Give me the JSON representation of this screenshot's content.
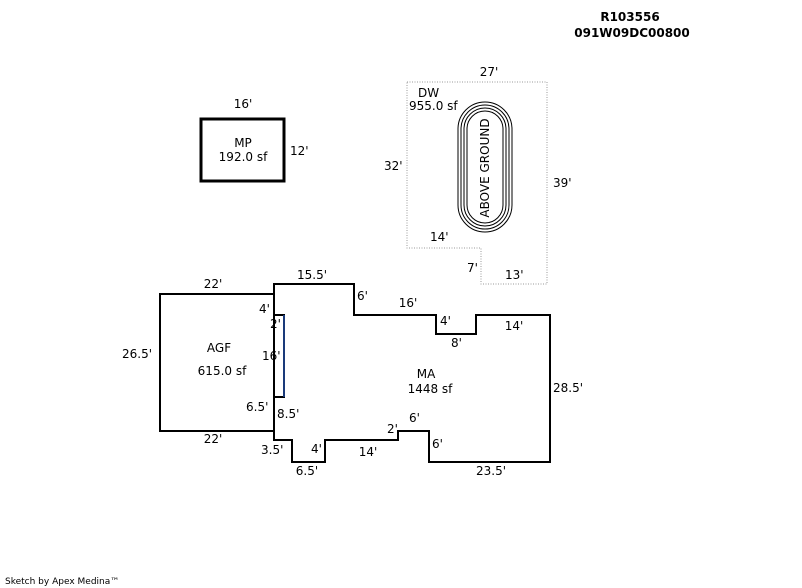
{
  "header": {
    "parcel_id": "R103556",
    "account_id": "091W09DC00800"
  },
  "footer": {
    "credit": "Sketch by Apex Medina™"
  },
  "areas": {
    "mp": {
      "code": "MP",
      "area": "192.0 sf",
      "dims": {
        "top": "16'",
        "right": "12'"
      }
    },
    "dw": {
      "code": "DW",
      "area": "955.0 sf",
      "feature": "ABOVE GROUND",
      "dims": {
        "top": "27'",
        "left": "32'",
        "right": "39'",
        "inner": "14'",
        "step_v": "7'",
        "bottom": "13'"
      }
    },
    "agf": {
      "code": "AGF",
      "area": "615.0 sf",
      "dims": {
        "top": "22'",
        "left": "26.5'",
        "bottom": "22'",
        "r1": "4'",
        "r2": "2'",
        "r3": "16'",
        "r4": "6.5'"
      }
    },
    "ma": {
      "code": "MA",
      "area": "1448 sf",
      "dims": {
        "top1": "15.5'",
        "s1": "6'",
        "top2": "16'",
        "s2": "4'",
        "s3": "8'",
        "top3": "14'",
        "right": "28.5'",
        "bottom": "23.5'",
        "s4": "6'",
        "s5": "6'",
        "s6": "2'",
        "b2": "14'",
        "s7": "4'",
        "b3": "6.5'",
        "s8": "3.5'",
        "s9": "8.5'"
      }
    }
  },
  "colors": {
    "outline": "#000000",
    "shared_wall": "#1a3a7a",
    "dotted": "#9a9a9a"
  }
}
